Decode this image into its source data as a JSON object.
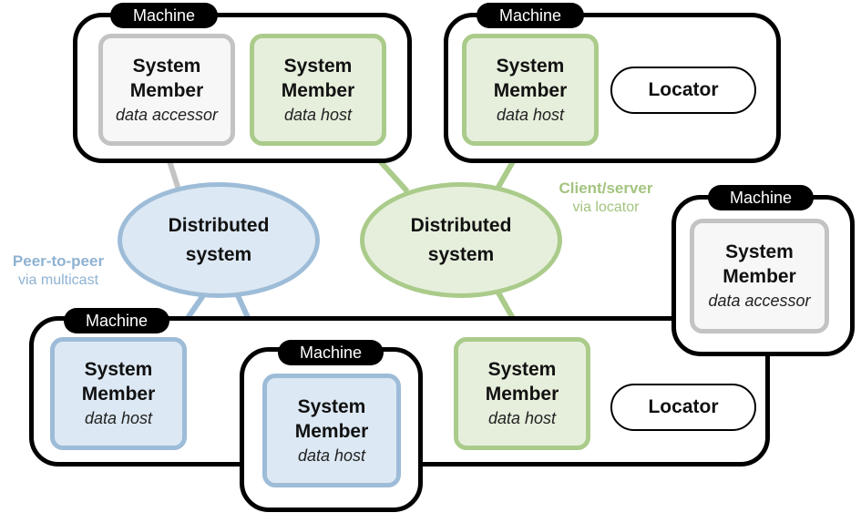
{
  "machine_label": "Machine",
  "member_title_line1": "System",
  "member_title_line2": "Member",
  "roles": {
    "data_accessor": "data accessor",
    "data_host": "data host"
  },
  "locator_label": "Locator",
  "distributed_system": {
    "line1": "Distributed",
    "line2": "system"
  },
  "peer_to_peer": {
    "title": "Peer-to-peer",
    "subtitle": "via multicast"
  },
  "client_server": {
    "title": "Client/server",
    "subtitle": "via locator"
  },
  "colors": {
    "peer_to_peer_blue": "#9dbcd8",
    "client_server_green": "#aacb8a",
    "accessor_gray": "#c3c3c3",
    "machine_border": "#000000"
  }
}
